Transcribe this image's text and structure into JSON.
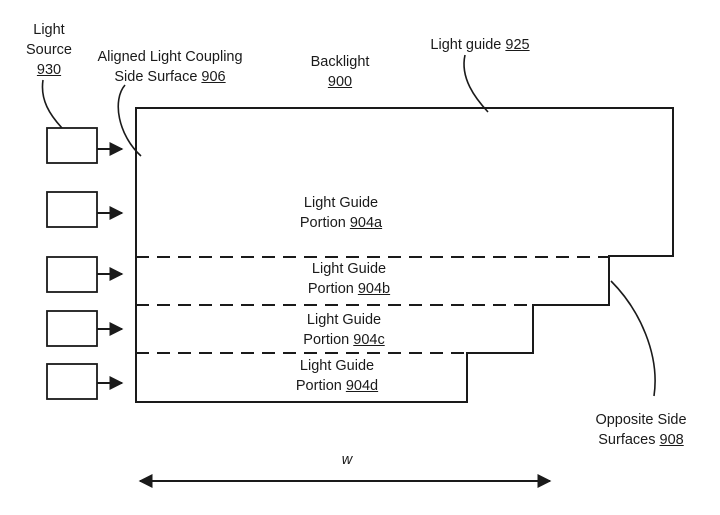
{
  "labels": {
    "light_source": {
      "line1": "Light",
      "line2": "Source",
      "ref": "930"
    },
    "coupling_surface": {
      "line1": "Aligned Light Coupling",
      "line2_prefix": "Side Surface ",
      "ref": "906"
    },
    "backlight": {
      "line1": "Backlight",
      "ref": "900"
    },
    "light_guide": {
      "prefix": "Light guide ",
      "ref": "925"
    },
    "portion_a": {
      "line1": "Light Guide",
      "line2_prefix": "Portion ",
      "ref": "904a"
    },
    "portion_b": {
      "line1": "Light Guide",
      "line2_prefix": "Portion ",
      "ref": "904b"
    },
    "portion_c": {
      "line1": "Light Guide",
      "line2_prefix": "Portion ",
      "ref": "904c"
    },
    "portion_d": {
      "line1": "Light Guide",
      "line2_prefix": "Portion ",
      "ref": "904d"
    },
    "opposite_surfaces": {
      "line1": "Opposite Side",
      "line2_prefix": "Surfaces ",
      "ref": "908"
    },
    "width": "w"
  },
  "colors": {
    "stroke": "#1a1a1a",
    "background": "#ffffff"
  },
  "light_source_count": 5
}
